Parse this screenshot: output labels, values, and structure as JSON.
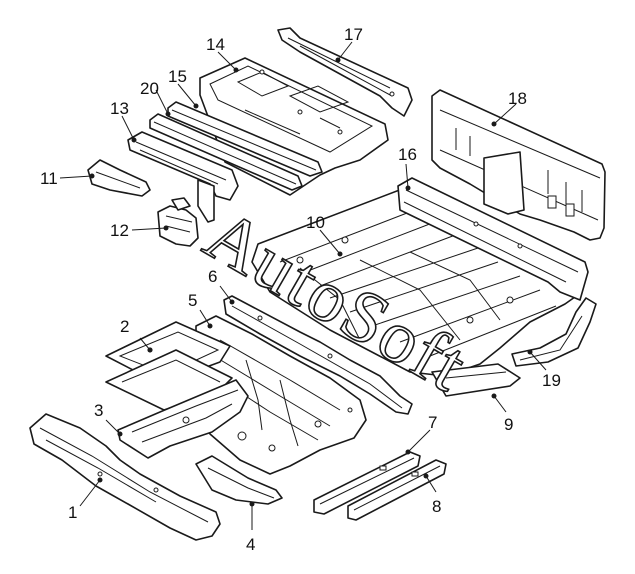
{
  "watermark": "AutoSoft",
  "callouts": [
    {
      "id": "1",
      "label": "1"
    },
    {
      "id": "2",
      "label": "2"
    },
    {
      "id": "3",
      "label": "3"
    },
    {
      "id": "4",
      "label": "4"
    },
    {
      "id": "5",
      "label": "5"
    },
    {
      "id": "6",
      "label": "6"
    },
    {
      "id": "7",
      "label": "7"
    },
    {
      "id": "8",
      "label": "8"
    },
    {
      "id": "9",
      "label": "9"
    },
    {
      "id": "10",
      "label": "10"
    },
    {
      "id": "11",
      "label": "11"
    },
    {
      "id": "12",
      "label": "12"
    },
    {
      "id": "13",
      "label": "13"
    },
    {
      "id": "14",
      "label": "14"
    },
    {
      "id": "15",
      "label": "15"
    },
    {
      "id": "16",
      "label": "16"
    },
    {
      "id": "17",
      "label": "17"
    },
    {
      "id": "18",
      "label": "18"
    },
    {
      "id": "19",
      "label": "19"
    },
    {
      "id": "20",
      "label": "20"
    }
  ]
}
